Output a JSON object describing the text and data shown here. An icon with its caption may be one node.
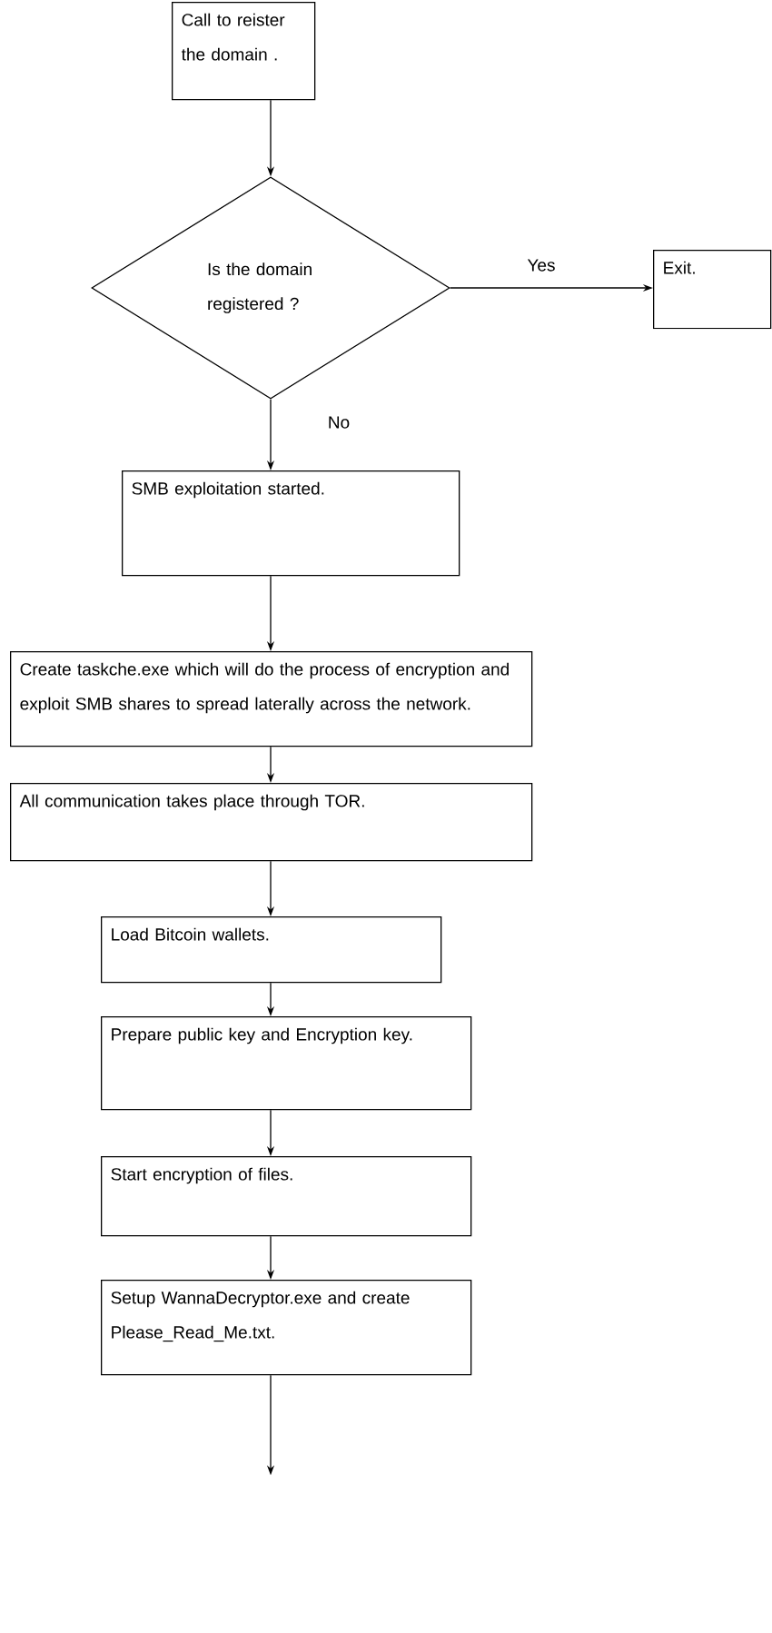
{
  "diagram": {
    "nodes": [
      {
        "text": [
          "Call to reister the domain ."
        ]
      },
      {
        "text": [
          "Is the domain registered ?"
        ]
      },
      {
        "text": [
          "Exit."
        ]
      },
      {
        "text": [
          "SMB  exploitation started."
        ]
      },
      {
        "text": [
          "Create taskche.exe which will do the process of encryption and exploit SMB shares to spread laterally across the network."
        ]
      },
      {
        "text": [
          "All communication takes place through TOR."
        ]
      },
      {
        "text": [
          "Load Bitcoin wallets."
        ]
      },
      {
        "text": [
          "Prepare public key and Encryption key."
        ]
      },
      {
        "text": [
          "Start encryption of files."
        ]
      },
      {
        "text": [
          "Setup WannaDecryptor.exe and create Please_Read_Me.txt."
        ]
      }
    ],
    "edges": [
      {
        "from": 0,
        "to": 1,
        "arrow": "to"
      },
      {
        "from": 1,
        "to": 2,
        "arrow": "to",
        "label": "Yes"
      },
      {
        "from": 1,
        "to": 3,
        "arrow": "to",
        "label": "No"
      },
      {
        "from": 3,
        "to": 4,
        "arrow": "to"
      },
      {
        "from": 4,
        "to": 5,
        "arrow": "to"
      },
      {
        "from": 5,
        "to": 6,
        "arrow": "to"
      },
      {
        "from": 6,
        "to": 7,
        "arrow": "to"
      },
      {
        "from": 7,
        "to": 8,
        "arrow": "to"
      },
      {
        "from": 8,
        "to": 9,
        "arrow": "to"
      },
      {
        "from": 9,
        "to": null,
        "arrow": "to"
      }
    ]
  }
}
